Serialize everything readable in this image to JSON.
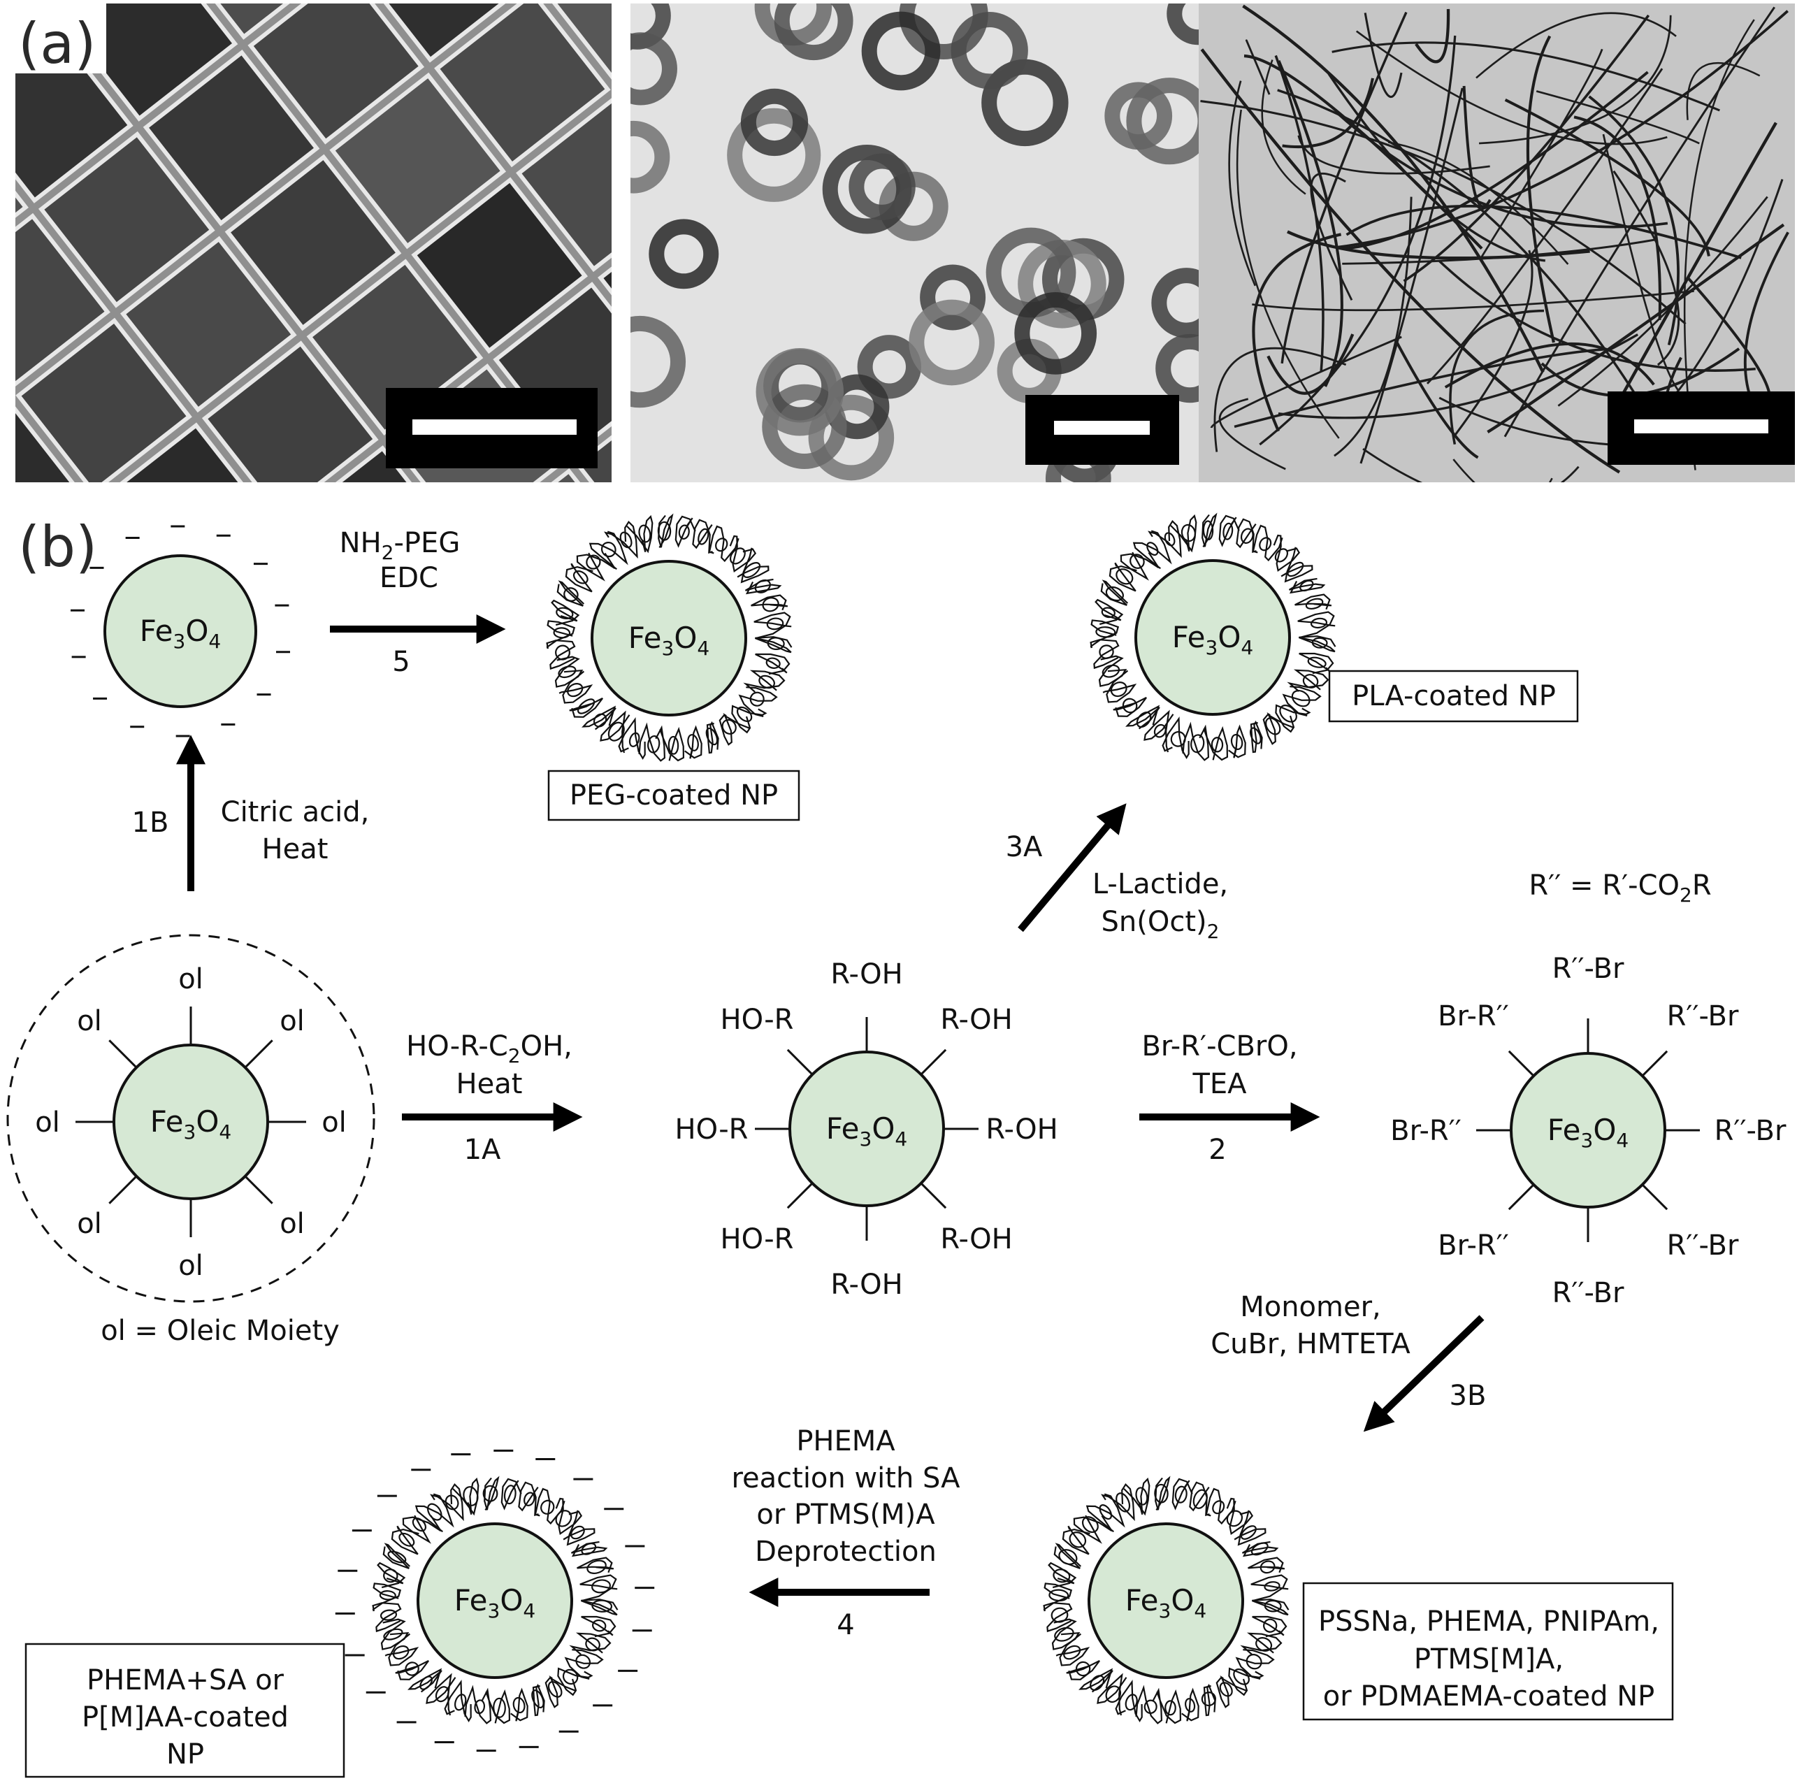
{
  "panels": {
    "a": "(a)",
    "b": "(b)"
  },
  "core_label": {
    "main": "Fe",
    "sub1": "3",
    "mid": "O",
    "sub2": "4"
  },
  "steps": {
    "s1A": {
      "line1": "HO-R-C",
      "line1_sub": "2",
      "line1_end": "OH,",
      "line2": "Heat",
      "num": "1A"
    },
    "s1B": {
      "line1": "Citric acid,",
      "line2": "Heat",
      "num": "1B"
    },
    "s2": {
      "line1": "Br-R′-CBrO,",
      "line2": "TEA",
      "num": "2"
    },
    "s3A": {
      "line1": "L-Lactide,",
      "line2": "Sn(Oct)",
      "line2_sub": "2",
      "num": "3A"
    },
    "s3B": {
      "line1": "Monomer,",
      "line2": "CuBr, HMTETA",
      "num": "3B"
    },
    "s4": {
      "line1": "PHEMA",
      "line2": "reaction with SA",
      "line3": "or PTMS(M)A",
      "line4": "Deprotection",
      "num": "4"
    },
    "s5": {
      "line1_a": "NH",
      "line1_sub": "2",
      "line1_b": "-PEG",
      "line2": "EDC",
      "num": "5"
    }
  },
  "ligands": {
    "oleic": "ol",
    "oleic_legend": "ol = Oleic Moiety",
    "hydroxyl_right": "R-OH",
    "hydroxyl_left": "HO-R",
    "bromo_right": "R′′-Br",
    "bromo_left": "Br-R′′",
    "rdef_a": "R′′ = R′-CO",
    "rdef_sub": "2",
    "rdef_b": "R"
  },
  "boxes": {
    "peg": "PEG-coated NP",
    "pla": "PLA-coated NP",
    "atrp": [
      "PSSNa, PHEMA, PNIPAm,",
      "PTMS[M]A,",
      "or PDMAEMA-coated NP"
    ],
    "final": [
      "PHEMA+SA or",
      "P[M]AA-coated",
      "NP"
    ]
  },
  "micrographs": [
    {
      "name": "nanocubes"
    },
    {
      "name": "nanorings"
    },
    {
      "name": "nanowires"
    }
  ]
}
